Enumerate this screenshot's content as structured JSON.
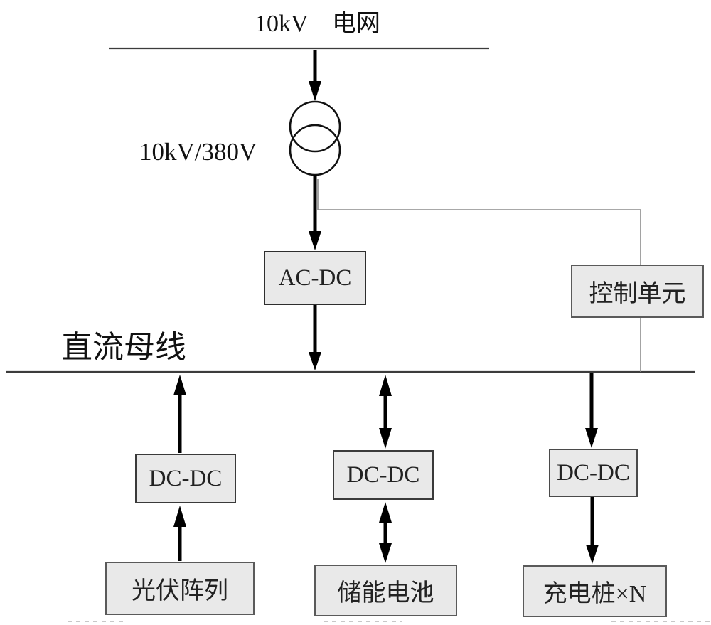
{
  "diagram": {
    "grid_label": "10kV　电网",
    "transformer_ratio": "10kV/380V",
    "dc_bus_label": "直流母线",
    "boxes": {
      "ac_dc": {
        "label": "AC-DC"
      },
      "control_unit": {
        "label": "控制单元"
      },
      "dc_dc_pv": {
        "label": "DC-DC"
      },
      "dc_dc_battery": {
        "label": "DC-DC"
      },
      "dc_dc_charger": {
        "label": "DC-DC"
      },
      "pv_array": {
        "label": "光伏阵列"
      },
      "battery": {
        "label": "储能电池"
      },
      "charging_pile": {
        "label": "充电桩×N"
      }
    },
    "colors": {
      "background": "#ffffff",
      "box_fill": "#e9e9e9",
      "box_border": "#4a4a4a",
      "bus_line": "#3c3c3c",
      "control_line": "#8c8c8c",
      "arrow": "#000000"
    }
  }
}
